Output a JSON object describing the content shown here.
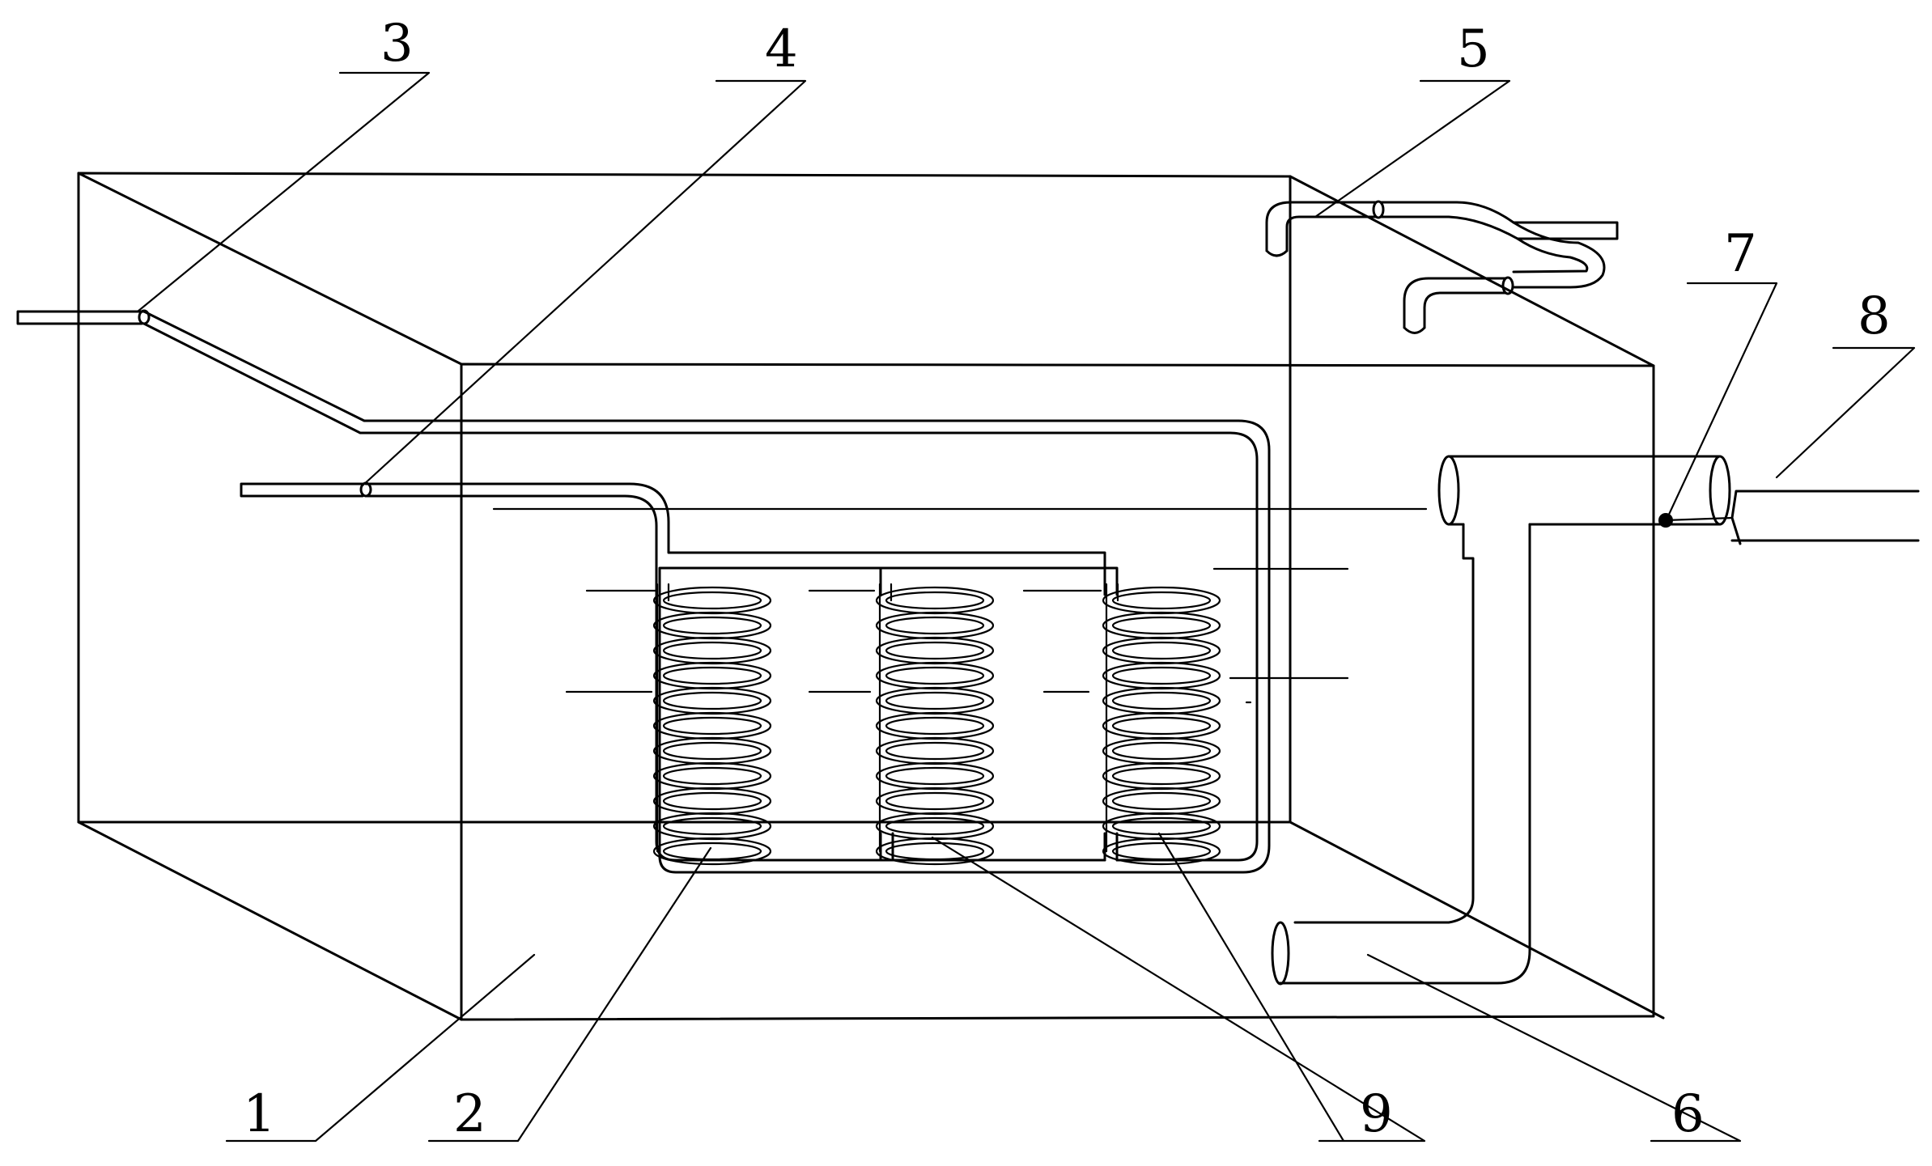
{
  "callouts": [
    {
      "id": "1",
      "label": "1"
    },
    {
      "id": "2",
      "label": "2"
    },
    {
      "id": "3",
      "label": "3"
    },
    {
      "id": "4",
      "label": "4"
    },
    {
      "id": "5",
      "label": "5"
    },
    {
      "id": "6",
      "label": "6"
    },
    {
      "id": "7",
      "label": "7"
    },
    {
      "id": "8",
      "label": "8"
    },
    {
      "id": "9",
      "label": "9"
    }
  ],
  "colors": {
    "ink": "#000000",
    "paper": "#ffffff"
  }
}
